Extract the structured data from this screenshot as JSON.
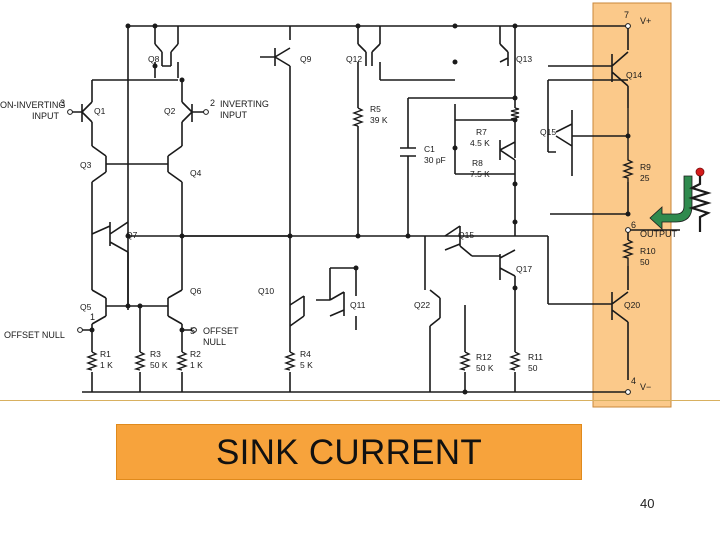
{
  "diagram": {
    "colors": {
      "highlight_band": "#fbc98a",
      "highlight_border": "#c9873a",
      "title_bg": "#f7a33c",
      "wire": "#1a1a1a",
      "current_arrow": "#2f8a4e",
      "load_marker": "#d41b1b"
    },
    "pins": {
      "vplus_num": "7",
      "vplus": "V+",
      "noninv_num": "3",
      "noninv_a": "ON-INVERTING",
      "noninv_b": "INPUT",
      "inv_num": "2",
      "inv_a": "INVERTING",
      "inv_b": "INPUT",
      "out_num": "6",
      "out": "OUTPUT",
      "vminus_num": "4",
      "vminus": "V−",
      "off1_num": "1",
      "off1": "OFFSET NULL",
      "off5_num": "5",
      "off5_a": "OFFSET",
      "off5_b": "NULL"
    },
    "transistors": {
      "q1": "Q1",
      "q2": "Q2",
      "q3": "Q3",
      "q4": "Q4",
      "q5": "Q5",
      "q6": "Q6",
      "q7": "Q7",
      "q8": "Q8",
      "q9": "Q9",
      "q10": "Q10",
      "q11": "Q11",
      "q12": "Q12",
      "q13": "Q13",
      "q14": "Q14",
      "q15a": "Q15",
      "q15b": "Q15",
      "q17": "Q17",
      "q20": "Q20",
      "q22": "Q22"
    },
    "components": {
      "r5": "R5",
      "r5v": "39 K",
      "r7": "R7",
      "r7v": "4.5 K",
      "r8": "R8",
      "r8v": "7.5 K",
      "c1": "C1",
      "c1v": "30 pF",
      "r9": "R9",
      "r9v": "25",
      "r10": "R10",
      "r10v": "50",
      "r1": "R1",
      "r1v": "1 K",
      "r2": "R2",
      "r2v": "1 K",
      "r3": "R3",
      "r3v": "50 K",
      "r4": "R4",
      "r4v": "5 K",
      "r11": "R11",
      "r11v": "50",
      "r12": "R12",
      "r12v": "50 K"
    }
  },
  "title": "SINK CURRENT",
  "page_number": "40"
}
